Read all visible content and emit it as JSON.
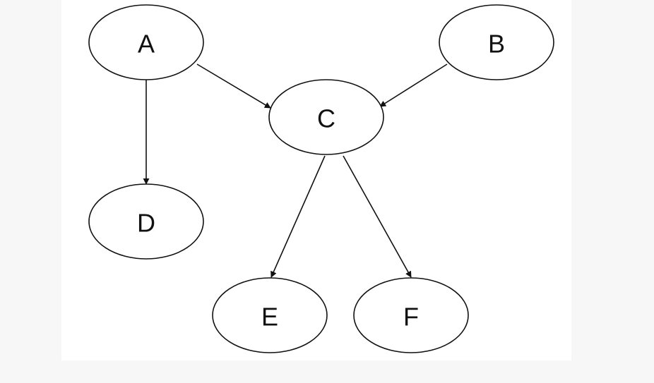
{
  "diagram": {
    "nodes": [
      {
        "id": "A",
        "label": "A"
      },
      {
        "id": "B",
        "label": "B"
      },
      {
        "id": "C",
        "label": "C"
      },
      {
        "id": "D",
        "label": "D"
      },
      {
        "id": "E",
        "label": "E"
      },
      {
        "id": "F",
        "label": "F"
      }
    ],
    "edges": [
      {
        "from": "A",
        "to": "C"
      },
      {
        "from": "B",
        "to": "C"
      },
      {
        "from": "A",
        "to": "D"
      },
      {
        "from": "C",
        "to": "E"
      },
      {
        "from": "C",
        "to": "F"
      }
    ]
  }
}
